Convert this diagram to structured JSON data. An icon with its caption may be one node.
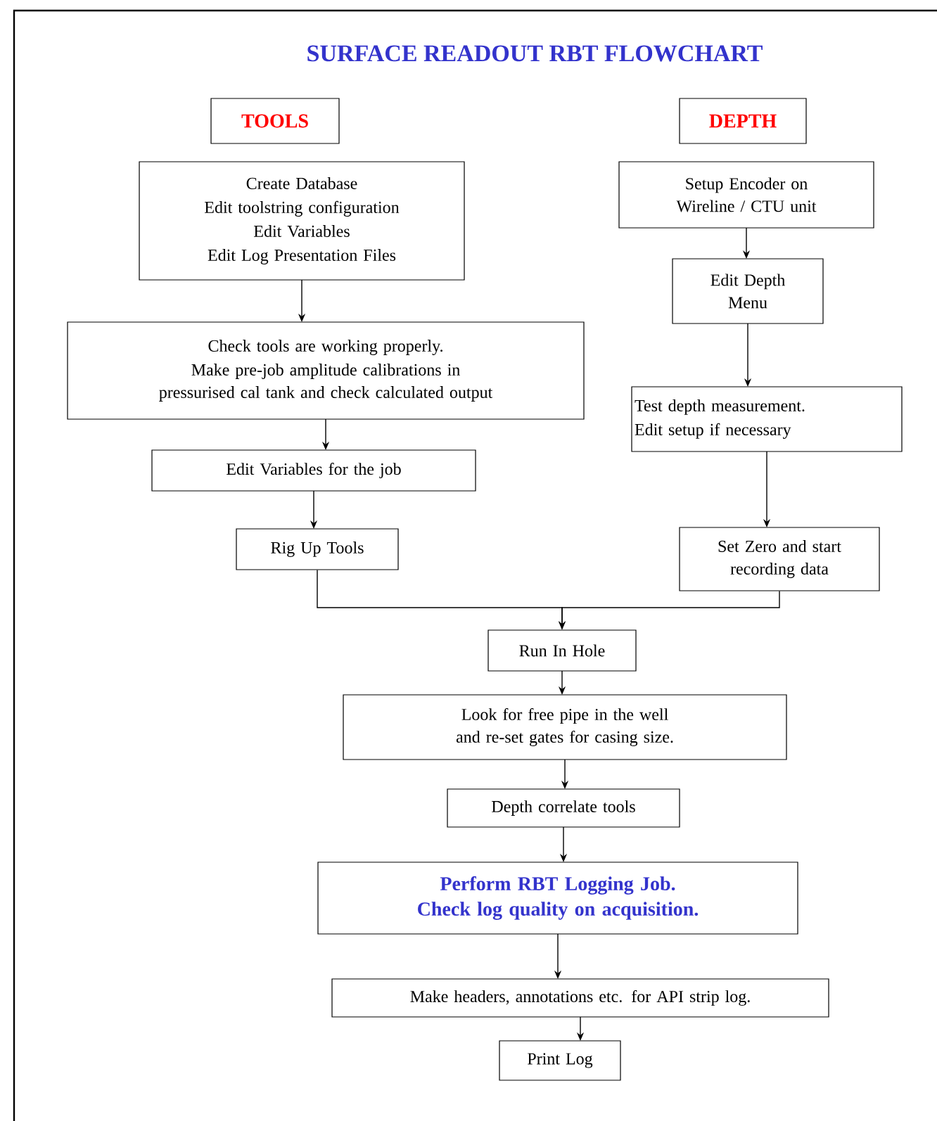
{
  "diagram": {
    "title": "SURFACE READOUT RBT FLOWCHART",
    "nodes": [
      {
        "text": [
          "TOOLS"
        ]
      },
      {
        "text": [
          "DEPTH"
        ]
      },
      {
        "text": [
          "Create Database",
          "Edit toolstring configuration",
          "Edit Variables",
          "Edit Log Presentation Files"
        ]
      },
      {
        "text": [
          "Setup Encoder on Wireline / CTU unit"
        ]
      },
      {
        "text": [
          "Edit Depth Menu"
        ]
      },
      {
        "text": [
          "Check tools are working properly.",
          "Make pre-job amplitude calibrations in pressurised cal tank and check calculated output"
        ]
      },
      {
        "text": [
          "Test depth measurement.",
          "Edit setup if necessary"
        ]
      },
      {
        "text": [
          "Edit Variables for the job"
        ]
      },
      {
        "text": [
          "Rig Up Tools"
        ]
      },
      {
        "text": [
          "Set Zero and start recording data"
        ]
      },
      {
        "text": [
          "Run In Hole"
        ]
      },
      {
        "text": [
          "Look for free pipe in the well and re-set gates for casing size."
        ]
      },
      {
        "text": [
          "Depth correlate tools"
        ]
      },
      {
        "text": [
          "Perform RBT Logging Job. Check log quality on acquisition."
        ]
      },
      {
        "text": [
          "Make headers, annotations etc. for API strip log."
        ]
      },
      {
        "text": [
          "Print Log"
        ]
      }
    ],
    "edges": [
      {
        "from": 2,
        "to": 5,
        "arrow": "to"
      },
      {
        "from": 5,
        "to": 7,
        "arrow": "to"
      },
      {
        "from": 7,
        "to": 8,
        "arrow": "to"
      },
      {
        "from": 3,
        "to": 4,
        "arrow": "to"
      },
      {
        "from": 4,
        "to": 6,
        "arrow": "to"
      },
      {
        "from": 6,
        "to": 9,
        "arrow": "to"
      },
      {
        "from": 8,
        "to": 10,
        "arrow": "to"
      },
      {
        "from": 9,
        "to": 10,
        "arrow": "to"
      },
      {
        "from": 10,
        "to": 11,
        "arrow": "to"
      },
      {
        "from": 11,
        "to": 12,
        "arrow": "to"
      },
      {
        "from": 12,
        "to": 13,
        "arrow": "to"
      },
      {
        "from": 13,
        "to": 14,
        "arrow": "to"
      },
      {
        "from": 14,
        "to": 15,
        "arrow": "to"
      }
    ]
  }
}
